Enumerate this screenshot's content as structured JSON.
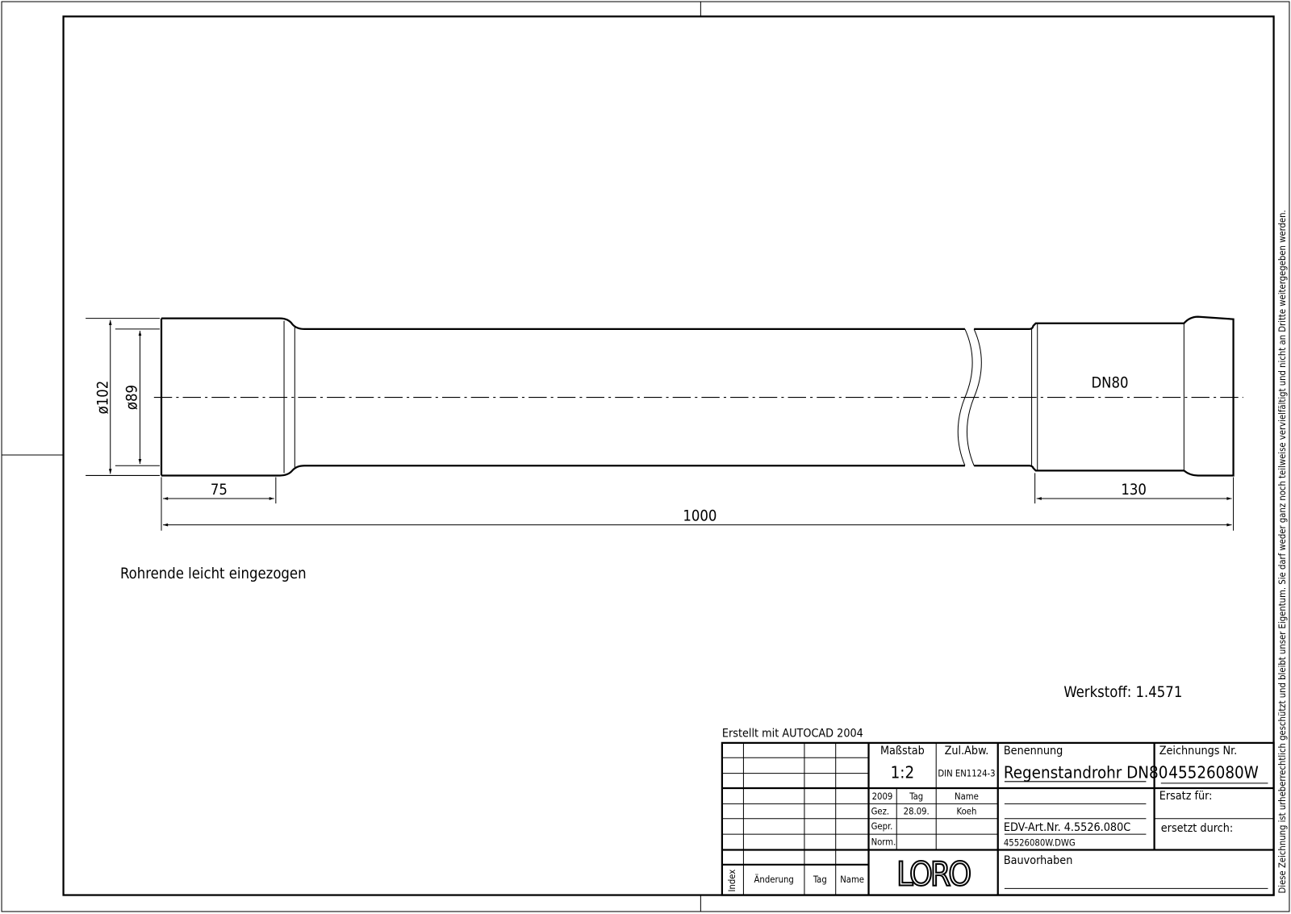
{
  "drawing": {
    "dimensions": {
      "d_outer": "ø102",
      "d_inner": "ø89",
      "left_socket": "75",
      "right_socket": "130",
      "total_length": "1000"
    },
    "dn_label": "DN80",
    "note": "Rohrende leicht eingezogen",
    "material": "Werkstoff:  1.4571",
    "created_with": "Erstellt mit AUTOCAD 2004",
    "copyright": "Diese Zeichnung ist urheberrechtlich geschützt und bleibt unser Eigentum. Sie darf weder ganz noch teilweise vervielfältigt und nicht an Dritte weitergegeben werden."
  },
  "title_block": {
    "revision_headers": {
      "index": "Index",
      "change": "Änderung",
      "day": "Tag",
      "name": "Name"
    },
    "scale_label": "Maßstab",
    "scale_value": "1:2",
    "tolerance_label": "Zul.Abw.",
    "tolerance_value": "DIN EN1124-3",
    "year": "2009",
    "day_label": "Tag",
    "name_label": "Name",
    "drawn_label": "Gez.",
    "drawn_day": "28.09.",
    "drawn_name": "Koeh",
    "checked_label": "Gepr.",
    "norm_label": "Norm.",
    "logo": "LORO",
    "title_label": "Benennung",
    "title_value": "Regenstandrohr DN80",
    "article_no": "EDV-Art.Nr.  4.5526.080C",
    "file_name": "45526080W.DWG",
    "project_label": "Bauvorhaben",
    "drawing_no_label": "Zeichnungs Nr.",
    "drawing_no_value": "45526080W",
    "replaces_label": "Ersatz für:",
    "replaced_by_label": "ersetzt durch:"
  }
}
